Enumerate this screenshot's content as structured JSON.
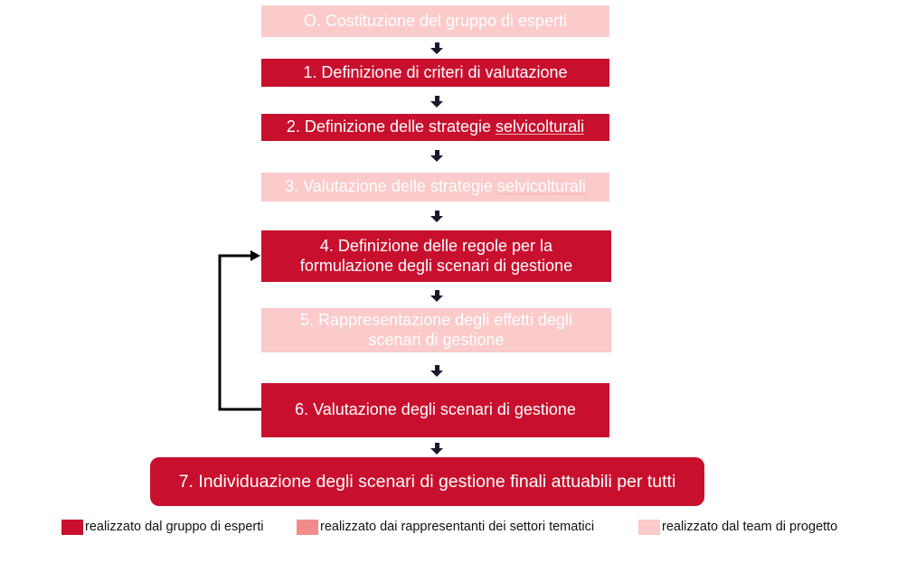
{
  "colors": {
    "expert_group": "#c8102e",
    "thematic_sectors": "#f28b8b",
    "project_team": "#fbcaca",
    "arrow": "#1a1a2e"
  },
  "steps": {
    "s0": "O. Costituzione del gruppo di esperti",
    "s1": "1. Definizione di criteri di valutazione",
    "s2_prefix": "2. Definizione delle strategie ",
    "s2_word": "selvicolturali",
    "s3_prefix": "3. Valutazione delle strategie ",
    "s3_word": "selvicolturali",
    "s4_line1": "4. Definizione delle regole per la",
    "s4_line2": "formulazione degli scenari di gestione",
    "s5_line1": "5. Rappresentazione degli effetti degli",
    "s5_line2": "scenari di gestione",
    "s6": "6. Valutazione degli scenari di gestione",
    "s7": "7. Individuazione degli scenari di gestione finali attuabili per tutti"
  },
  "legend": {
    "expert_group": "realizzato dal gruppo di esperti",
    "thematic_sectors": "realizzato dai rappresentanti dei settori tematici",
    "project_team": "realizzato dal team di progetto"
  }
}
